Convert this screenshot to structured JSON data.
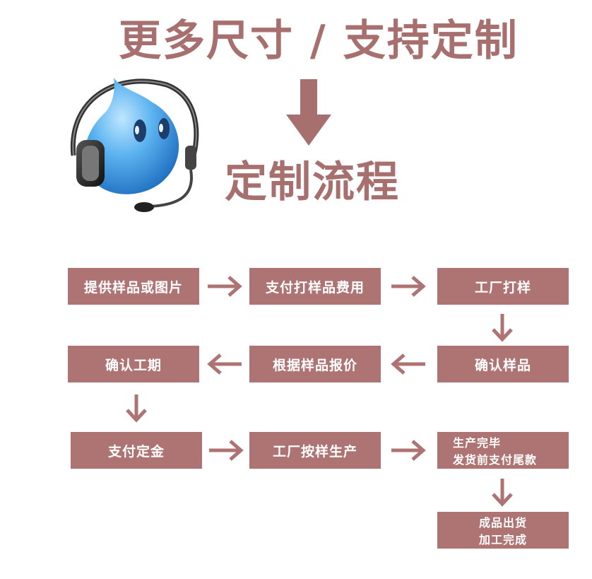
{
  "header": {
    "title": "更多尺寸 / 支持定制",
    "subtitle": "定制流程"
  },
  "colors": {
    "accent": "#ae7474",
    "title": "#a86f6f",
    "mascot": "#4a9fe0"
  },
  "steps": {
    "s1": "提供样品或图片",
    "s2": "支付打样品费用",
    "s3": "工厂打样",
    "s4": "确认样品",
    "s5": "根据样品报价",
    "s6": "确认工期",
    "s7": "支付定金",
    "s8": "工厂按样生产",
    "s9_line1": "生产完毕",
    "s9_line2": "发货前支付尾款",
    "s10_line1": "成品出货",
    "s10_line2": "加工完成"
  },
  "icons": {
    "mascot": "headset-water-drop-mascot-icon",
    "flow_arrow": "arrow-icon"
  }
}
